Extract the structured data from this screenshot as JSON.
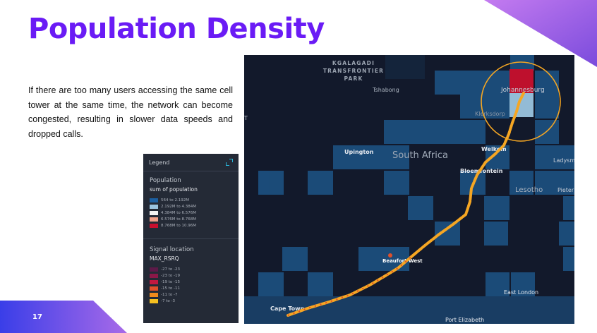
{
  "slide": {
    "title": "Population Density",
    "number": "17",
    "description": "If there are too many users accessing the same cell tower at the same time, the network can become congested, resulting in slower data speeds and dropped calls."
  },
  "colors": {
    "accent": "#6a1bf5",
    "map_background": "#12192b",
    "route": "#f5a623",
    "highlight_circle": "#f5a623"
  },
  "legend": {
    "title": "Legend",
    "population": {
      "layer": "Population",
      "field": "sum of population",
      "items": [
        {
          "label": "564 to 2.192M",
          "color": "#1c5fa0"
        },
        {
          "label": "2.192M to 4.384M",
          "color": "#9ac4e0"
        },
        {
          "label": "4.384M to 6.576M",
          "color": "#f2f2f2"
        },
        {
          "label": "6.576M to 8.768M",
          "color": "#f0a088"
        },
        {
          "label": "8.768M to 10.96M",
          "color": "#c8102e"
        }
      ]
    },
    "signal": {
      "layer": "Signal location",
      "field": "MAX_RSRQ",
      "items": [
        {
          "label": "-27 to -23",
          "color": "#5c1a48"
        },
        {
          "label": "-23 to -19",
          "color": "#8a1848"
        },
        {
          "label": "-19 to -15",
          "color": "#c21840"
        },
        {
          "label": "-15 to -11",
          "color": "#e0502a"
        },
        {
          "label": "-11 to -7",
          "color": "#f08a1c"
        },
        {
          "label": "-7 to -3",
          "color": "#f5c020"
        }
      ]
    }
  },
  "map": {
    "labels": {
      "park_line1": "KGALAGADI",
      "park_line2": "TRANSFRONTIER",
      "park_line3": "PARK",
      "tshabong": "Tshabong",
      "johannesburg": "Johannesburg",
      "klerksdorp": "Klerksdorp",
      "upington": "Upington",
      "south_africa": "South Africa",
      "welkom": "Welkom",
      "bloemfontein": "Bloemfontein",
      "ladysmith": "Ladysm",
      "lesotho": "Lesotho",
      "pietermaritzburg": "Pieter",
      "beaufort_west": "Beaufort West",
      "east_london": "East London",
      "cape_town": "Cape Town",
      "port_elizabeth": "Port Elizabeth",
      "edge_t": "T"
    }
  }
}
